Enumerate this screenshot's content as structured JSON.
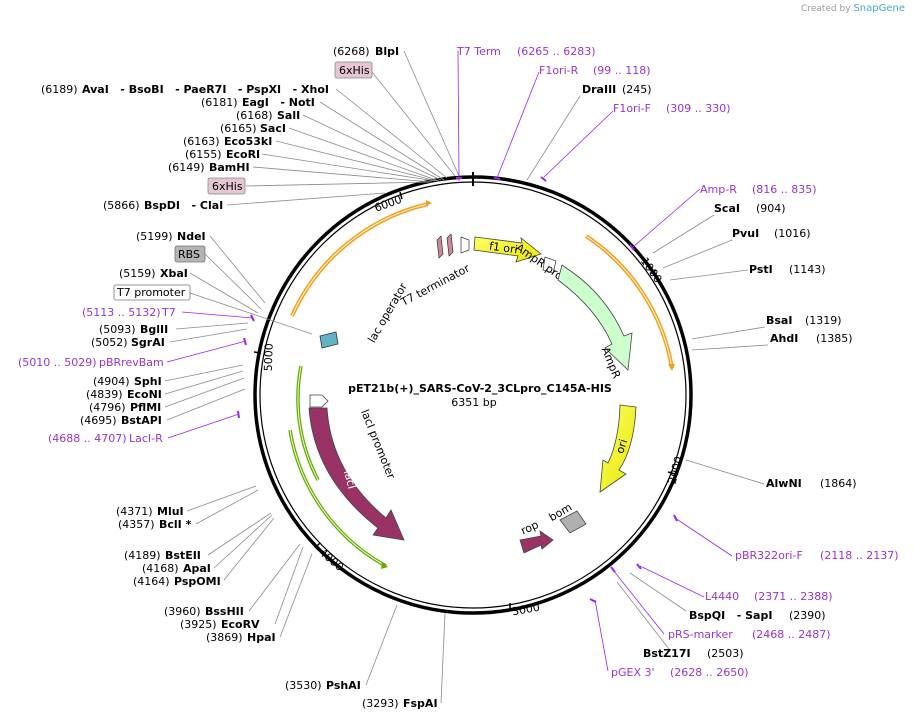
{
  "credit": {
    "prefix": "Created by",
    "brand": "SnapGene"
  },
  "plasmid": {
    "name": "pET21b(+)_SARS-CoV-2_3CLpro_C145A-HIS",
    "size": "6351 bp"
  },
  "ticks": [
    "6000",
    "1000",
    "2000",
    "3000",
    "4000",
    "5000"
  ],
  "features": {
    "f1_ori": "f1 ori",
    "ampr_promoter": "AmpR promoter",
    "ampr": "AmpR",
    "ori": "ori",
    "bom": "bom",
    "rop": "rop",
    "laci": "lacI",
    "laci_promoter": "lacI promoter",
    "lac_operator": "lac operator",
    "t7_terminator": "T7 terminator"
  },
  "sites": {
    "blpi": {
      "pos": "(6268)",
      "name": "BlpI"
    },
    "sixhis1": "6xHis",
    "multi1": {
      "pos": "(6189)",
      "name": "AvaI   - BsoBI   - PaeR7I   - PspXI   - XhoI"
    },
    "eagi": {
      "pos": "(6181)",
      "name": "EagI   - NotI"
    },
    "sali": {
      "pos": "(6168)",
      "name": "SalI"
    },
    "saci": {
      "pos": "(6165)",
      "name": "SacI"
    },
    "eco53ki": {
      "pos": "(6163)",
      "name": "Eco53kI"
    },
    "ecori": {
      "pos": "(6155)",
      "name": "EcoRI"
    },
    "bamhi": {
      "pos": "(6149)",
      "name": "BamHI"
    },
    "sixhis2": "6xHis",
    "bspdi": {
      "pos": "(5866)",
      "name": "BspDI   - ClaI"
    },
    "ndei": {
      "pos": "(5199)",
      "name": "NdeI"
    },
    "rbs": "RBS",
    "xbai": {
      "pos": "(5159)",
      "name": "XbaI"
    },
    "t7prom": "T7 promoter",
    "bglii": {
      "pos": "(5093)",
      "name": "BglII"
    },
    "sgrai": {
      "pos": "(5052)",
      "name": "SgrAI"
    },
    "sphi": {
      "pos": "(4904)",
      "name": "SphI"
    },
    "econi": {
      "pos": "(4839)",
      "name": "EcoNI"
    },
    "pflmi": {
      "pos": "(4796)",
      "name": "PflMI"
    },
    "bstapi": {
      "pos": "(4695)",
      "name": "BstAPI"
    },
    "mlui": {
      "pos": "(4371)",
      "name": "MluI"
    },
    "bcli": {
      "pos": "(4357)",
      "name": "BclI *"
    },
    "bsteii": {
      "pos": "(4189)",
      "name": "BstEII"
    },
    "apai": {
      "pos": "(4168)",
      "name": "ApaI"
    },
    "pspomi": {
      "pos": "(4164)",
      "name": "PspOMI"
    },
    "bsshii": {
      "pos": "(3960)",
      "name": "BssHII"
    },
    "ecorv": {
      "pos": "(3925)",
      "name": "EcoRV"
    },
    "hpai": {
      "pos": "(3869)",
      "name": "HpaI"
    },
    "pshai": {
      "pos": "(3530)",
      "name": "PshAI"
    },
    "fspai": {
      "pos": "(3293)",
      "name": "FspAI"
    },
    "draiii": {
      "name": "DraIII",
      "pos": "(245)"
    },
    "scai": {
      "name": "ScaI",
      "pos": "(904)"
    },
    "pvui": {
      "name": "PvuI",
      "pos": "(1016)"
    },
    "psti": {
      "name": "PstI",
      "pos": "(1143)"
    },
    "bsai": {
      "name": "BsaI",
      "pos": "(1319)"
    },
    "ahdi": {
      "name": "AhdI",
      "pos": "(1385)"
    },
    "alwni": {
      "name": "AlwNI",
      "pos": "(1864)"
    },
    "bspqi": {
      "name": "BspQI   - SapI",
      "pos": "(2390)"
    },
    "bstz17i": {
      "name": "BstZ17I",
      "pos": "(2503)"
    }
  },
  "primers": {
    "t7term": {
      "name": "T7 Term",
      "range": "(6265 .. 6283)"
    },
    "f1orir": {
      "name": "F1ori-R",
      "range": "(99 .. 118)"
    },
    "f1orif": {
      "name": "F1ori-F",
      "range": "(309 .. 330)"
    },
    "ampr": {
      "name": "Amp-R",
      "range": "(816 .. 835)"
    },
    "t7": {
      "range": "(5113 .. 5132)",
      "name": "T7"
    },
    "pbrrevbam": {
      "range": "(5010 .. 5029)",
      "name": "pBRrevBam"
    },
    "lacir": {
      "range": "(4688 .. 4707)",
      "name": "LacI-R"
    },
    "pbr322orif": {
      "name": "pBR322ori-F",
      "range": "(2118 .. 2137)"
    },
    "l4440": {
      "name": "L4440",
      "range": "(2371 .. 2388)"
    },
    "prsmarker": {
      "name": "pRS-marker",
      "range": "(2468 .. 2487)"
    },
    "pgex3": {
      "name": "pGEX 3'",
      "range": "(2628 .. 2650)"
    }
  },
  "colors": {
    "f1_ori": "#ffff00",
    "ampr": "#ccffcc",
    "ori": "#ffff00",
    "laci": "#993366",
    "bom": "#b0b0b0",
    "rop": "#993366",
    "origin_arc": "#f0a020",
    "green_arc": "#66aa00",
    "primer": "#9933cc"
  }
}
